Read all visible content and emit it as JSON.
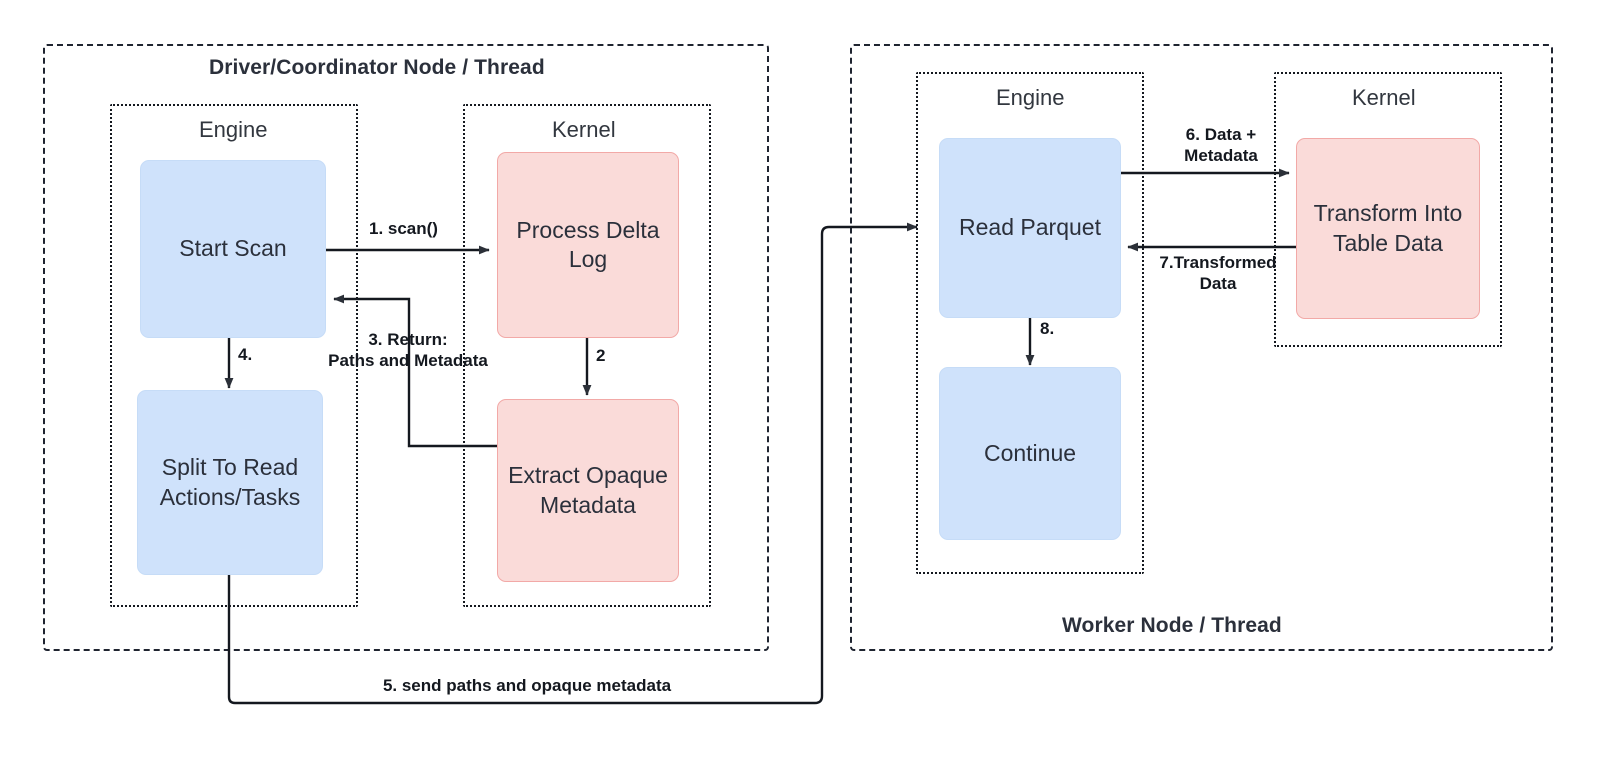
{
  "diagram": {
    "title_left": "Driver/Coordinator Node / Thread",
    "title_right": "Worker Node / Thread",
    "colors": {
      "engine_node_fill": "#cfe2fb",
      "engine_node_border": "#c6dcf7",
      "kernel_node_fill": "#fadbd9",
      "kernel_node_border": "#f2a9a7",
      "edge_stroke": "#14181f",
      "text": "#2b303b"
    },
    "groups": {
      "driver": {
        "label": "Driver/Coordinator Node / Thread"
      },
      "worker": {
        "label": "Worker Node / Thread"
      },
      "driver_engine": {
        "label": "Engine"
      },
      "driver_kernel": {
        "label": "Kernel"
      },
      "worker_engine": {
        "label": "Engine"
      },
      "worker_kernel": {
        "label": "Kernel"
      }
    },
    "nodes": {
      "start_scan": {
        "label": "Start Scan",
        "kind": "engine"
      },
      "split_to_read": {
        "label": "Split To Read\nActions/Tasks",
        "kind": "engine"
      },
      "process_delta_log": {
        "label": "Process Delta\nLog",
        "kind": "kernel"
      },
      "extract_opaque_metadata": {
        "label": "Extract\nOpaque\nMetadata",
        "kind": "kernel"
      },
      "read_parquet": {
        "label": "Read Parquet",
        "kind": "engine"
      },
      "continue": {
        "label": "Continue",
        "kind": "engine"
      },
      "transform_into_table_data": {
        "label": "Transform Into\nTable Data",
        "kind": "kernel"
      }
    },
    "edges": [
      {
        "id": "e1",
        "label": "1. scan()",
        "from": "start_scan",
        "to": "process_delta_log"
      },
      {
        "id": "e2",
        "label": "2",
        "from": "process_delta_log",
        "to": "extract_opaque_metadata"
      },
      {
        "id": "e3",
        "label": "3. Return:\nPaths and Metadata",
        "from": "extract_opaque_metadata",
        "to": "start_scan"
      },
      {
        "id": "e4",
        "label": "4.",
        "from": "start_scan",
        "to": "split_to_read"
      },
      {
        "id": "e5",
        "label": "5. send paths and opaque metadata",
        "from": "split_to_read",
        "to": "read_parquet"
      },
      {
        "id": "e6",
        "label": "6. Data +\nMetadata",
        "from": "read_parquet",
        "to": "transform_into_table_data"
      },
      {
        "id": "e7",
        "label": "7.Transformed\nData",
        "from": "transform_into_table_data",
        "to": "read_parquet"
      },
      {
        "id": "e8",
        "label": "8.",
        "from": "read_parquet",
        "to": "continue"
      }
    ]
  }
}
